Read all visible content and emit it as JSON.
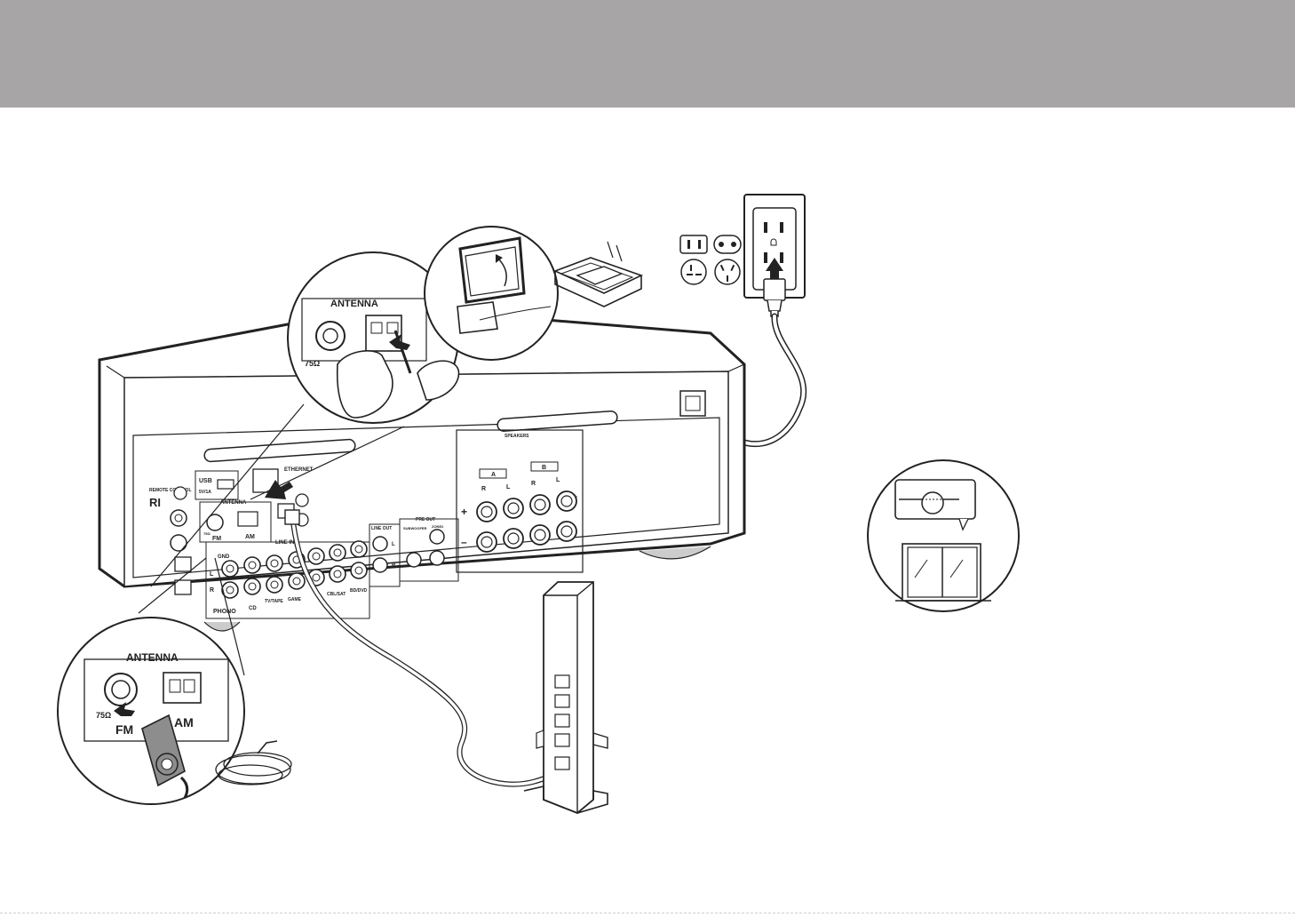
{
  "header": {
    "band_color": "#a7a5a5"
  },
  "receiver": {
    "antenna_label": "ANTENNA",
    "fm_label": "FM",
    "am_label": "AM",
    "ohm_label": "75Ω",
    "ethernet_label": "ETHERNET",
    "usb_label": "USB",
    "usb_sub_label": "5V/1A",
    "remote_label": "REMOTE CONTROL",
    "ri_label": "RI",
    "line_in_label": "LINE IN",
    "line_out_label": "LINE OUT",
    "pre_out_label": "PRE OUT",
    "subwoofer_label": "SUBWOOFER",
    "zone2_label": "ZONE2",
    "speakers_label": "SPEAKERS",
    "speaker_a_label": "A",
    "speaker_b_label": "B",
    "phono_label": "PHONO",
    "cd_label": "CD",
    "tvtape_label": "TV/TAPE",
    "game_label": "GAME",
    "cblsat_label": "CBL/SAT",
    "bddvd_label": "BD/DVD",
    "gnd_label": "GND",
    "left_label": "L",
    "right_label": "R",
    "plus_label": "+",
    "minus_label": "–"
  },
  "callout_top": {
    "antenna_label": "ANTENNA",
    "ohm_label": "75Ω"
  },
  "callout_bottom": {
    "antenna_label": "ANTENNA",
    "ohm_label": "75Ω",
    "fm_label": "FM",
    "am_label": "AM"
  }
}
